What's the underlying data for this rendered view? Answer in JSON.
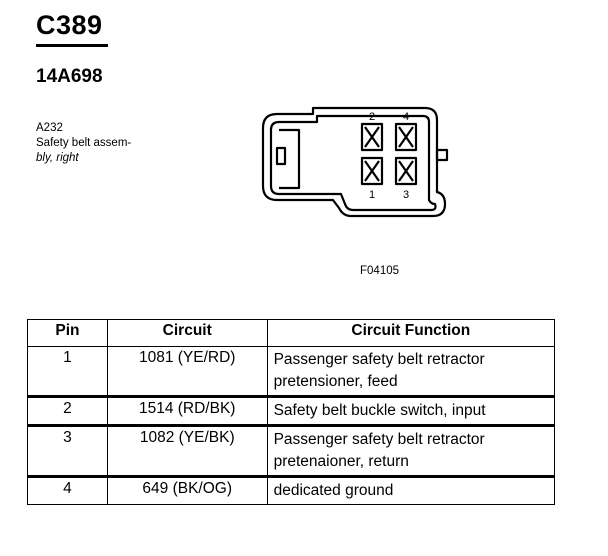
{
  "connector": {
    "id": "C389",
    "part_number": "14A698",
    "component_code": "A232",
    "component_name_line1": "Safety belt assem-",
    "component_name_line2": "bly, right",
    "figure_code": "F04105",
    "pin_labels": {
      "top_left": "2",
      "top_right": "4",
      "bottom_left": "1",
      "bottom_right": "3"
    }
  },
  "table": {
    "headers": [
      "Pin",
      "Circuit",
      "Circuit Function"
    ],
    "rows": [
      {
        "pin": "1",
        "circuit": "1081 (YE/RD)",
        "function_line1": "Passenger safety belt retractor",
        "function_line2": "pretensioner, feed"
      },
      {
        "pin": "2",
        "circuit": "1514 (RD/BK)",
        "function_line1": "Safety belt buckle switch, input",
        "function_line2": ""
      },
      {
        "pin": "3",
        "circuit": "1082 (YE/BK)",
        "function_line1": "Passenger safety belt retractor",
        "function_line2": "pretenaioner, return"
      },
      {
        "pin": "4",
        "circuit": "649 (BK/OG)",
        "function_line1": "dedicated ground",
        "function_line2": ""
      }
    ]
  }
}
